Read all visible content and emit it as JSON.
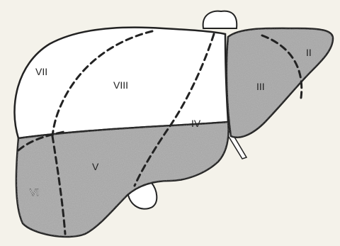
{
  "diagram": {
    "segments": [
      {
        "id": "seg-vii",
        "label": "VII"
      },
      {
        "id": "seg-viii",
        "label": "VIII"
      },
      {
        "id": "seg-ii",
        "label": "II"
      },
      {
        "id": "seg-iii",
        "label": "III"
      },
      {
        "id": "seg-iv",
        "label": "IV"
      },
      {
        "id": "seg-v",
        "label": "V"
      },
      {
        "id": "seg-vi",
        "label": "VI"
      }
    ],
    "colors": {
      "background": "#f4f2ea",
      "outline": "#222222",
      "shaded_region": "#9c9c9c",
      "unshaded_region": "#ffffff"
    }
  }
}
